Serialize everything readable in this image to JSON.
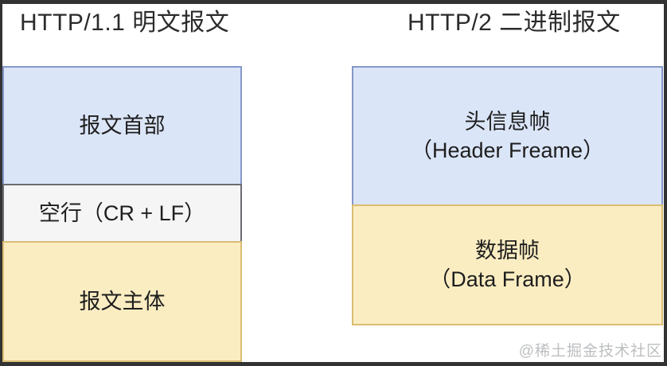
{
  "left_panel": {
    "title": "HTTP/1.1 明文报文",
    "boxes": [
      {
        "label": "报文首部",
        "fill": "#dbe5f8",
        "border": "#8497c8"
      },
      {
        "label": "空行（CR + LF）",
        "fill": "#f5f5f6",
        "border": "#6a6d71"
      },
      {
        "label": "报文主体",
        "fill": "#fbedc2",
        "border": "#d9bd72"
      }
    ]
  },
  "right_panel": {
    "title": "HTTP/2 二进制报文",
    "boxes": [
      {
        "line1": "头信息帧",
        "line2": "（Header Freame）",
        "fill": "#dbe5f8",
        "border": "#8497c8"
      },
      {
        "line1": "数据帧",
        "line2": "（Data Frame）",
        "fill": "#fbedc2",
        "border": "#d9bd72"
      }
    ]
  },
  "watermark": "@稀土掘金技术社区",
  "colors": {
    "frame": "#323232",
    "background": "#ffffff",
    "title_text": "#2b2b2b",
    "box_text": "#1e1e1e",
    "watermark_text": "#bcbec0"
  }
}
